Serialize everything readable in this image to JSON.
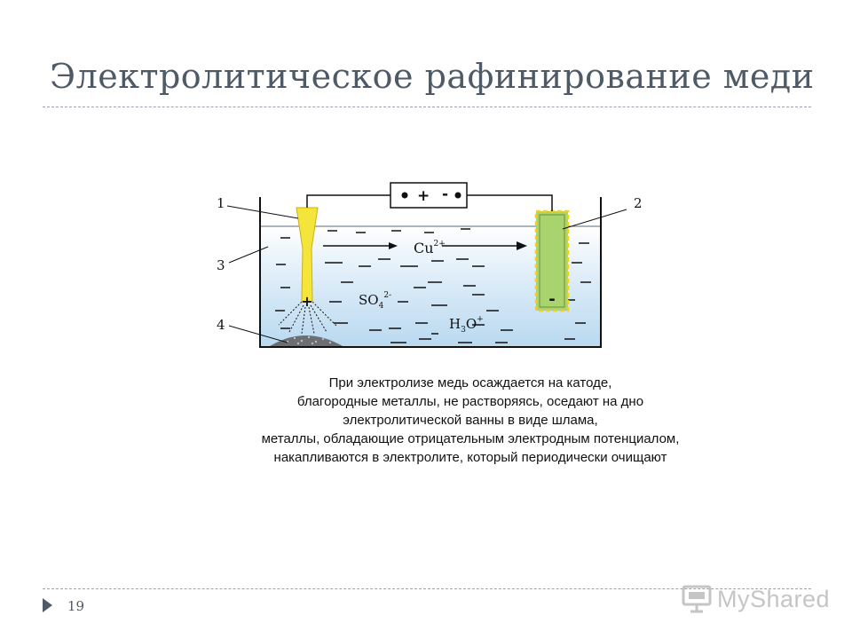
{
  "slide": {
    "title": "Электролитическое рафинирование меди",
    "page_number": "19"
  },
  "diagram": {
    "labels": {
      "n1": "1",
      "n2": "2",
      "n3": "3",
      "n4": "4",
      "anode_sign": "+",
      "cathode_sign": "-",
      "source_plus": "+",
      "source_minus": "-",
      "cu_ion": "Cu",
      "cu_charge": "2+",
      "so4": "SO",
      "so4_sub": "4",
      "so4_charge": "2-",
      "h3o_h": "H",
      "h3o_sub": "3",
      "h3o_o": "O",
      "h3o_charge": "+"
    },
    "colors": {
      "electrolyte": "#cfe6f6",
      "anode": "#f5e53a",
      "cathode": "#a8d36d",
      "cathode_dash": "#f0d21e"
    }
  },
  "caption": [
    "При электролизе медь осаждается на катоде,",
    "благородные металлы, не растворяясь, оседают на дно",
    "электролитической ванны в виде шлама,",
    "металлы, обладающие отрицательным электродным потенциалом,",
    "накапливаются в электролите, который периодически очищают"
  ],
  "watermark": {
    "text": "MyShared",
    "icon": "presentation-screen-icon"
  }
}
